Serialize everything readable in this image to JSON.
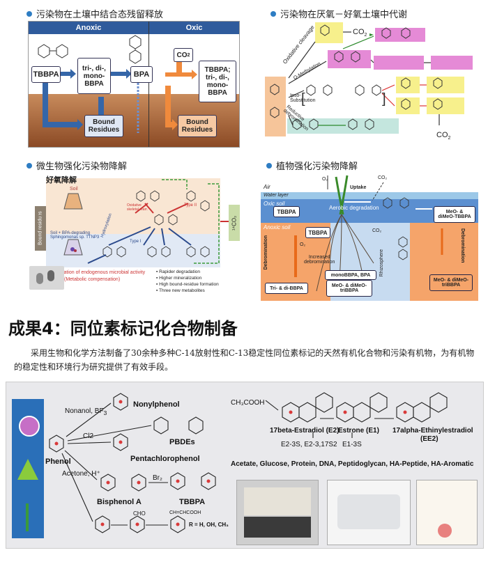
{
  "panels": {
    "p1": {
      "caption": "污染物在土壤中结合态残留释放",
      "anoxic": "Anoxic",
      "oxic": "Oxic",
      "tbbpa": "TBBPA",
      "tri_di_mono": "tri-, di-,\nmono-\nBBPA",
      "bpa": "BPA",
      "co2": "CO",
      "co2_sub": "2",
      "tbbpa_tri": "TBBPA;\ntri-, di-,\nmono-\nBBPA",
      "bound1": "Bound\nResidues",
      "bound2": "Bound\nResidues"
    },
    "p2": {
      "caption": "污染物在厌氧－好氧土壤中代谢",
      "co2a": "CO",
      "co2b": "CO",
      "sub": "2",
      "oxcleave": "Oxidative cleavage",
      "omethyl": "O-Methylation",
      "ipso": "Ipso-\nSubstitution",
      "reductive": "Reductive\ndebromination"
    },
    "p3": {
      "caption": "微生物强化污染物降解",
      "title": "好氧降解",
      "soil": "Soil",
      "strain": "Soil + BPA-degrading\nSphingomonas sp. TTNP3",
      "stim1": "Stimulation of endogenous microbial activity",
      "stim2": "(Metabolic compensation)",
      "bullets": [
        "Rapider degradation",
        "Higher mineralization",
        "High bound-residue formation",
        "Three new metabolites"
      ],
      "bound": "Bound residues",
      "co2": "¹⁴CO₂",
      "hydroxylation": "Hydroxylation",
      "type1": "Type I",
      "type2": "Type II",
      "oxskeletal": "Oxidative\nskeletal rearr."
    },
    "p4": {
      "caption": "植物强化污染物降解",
      "o2": "O₂",
      "co2": "CO₂",
      "air": "Air",
      "water": "Water layer",
      "oxicsoil": "Oxic soil",
      "uptake": "Uptake",
      "aerobic": "Aerobic degradation",
      "tbbpa1": "TBBPA",
      "tbbpa2": "TBBPA",
      "meo": "MeO- &\ndiMeO-TBBPA",
      "anoxic": "Anoxic soil",
      "o2b": "O₂",
      "co2b": "CO₂",
      "increased": "Increased\ndebromination",
      "debrom": "Debromination",
      "debrom2": "Debromination",
      "mono": "monoBBPA, BPA",
      "tri": "Tri- & di-BBPA",
      "meotri": "MeO- & diMeO-\ntriBBPA",
      "meotri2": "MeO- & diMeO-\ntriBBPA",
      "rhizo": "Rhizosphere"
    }
  },
  "section": {
    "title": "成果4：同位素标记化合物制备",
    "paragraph": "采用生物和化学方法制备了30余种多种C-14放射性和C-13稳定性同位素标记的天然有机化合物和污染有机物，为有机物的稳定性和环境行为研究提供了有效手段。"
  },
  "bottom": {
    "phenol": "Phenol",
    "nonanol": "Nonanol, BF",
    "nonanol_sub": "3",
    "nonylphenol": "Nonylphenol",
    "cl2": "Cl2",
    "pbdes": "PBDEs",
    "pcp": "Pentachlorophenol",
    "acetone": "Acetone, H⁺",
    "br2": "Br₂",
    "bpa": "Bisphenol A",
    "tbbpa": "TBBPA",
    "r_note": "R = H, OH, CH₃",
    "cho": "CHO",
    "ch_chcooh": "CH=CHCOOH",
    "acetic": "CH₃COOH",
    "e2": "17beta-Estradiol (E2)",
    "e1": "Estrone (E1)",
    "ee2": "17alpha-Ethinylestradiol",
    "ee2b": "(EE2)",
    "e2d": "E2-3S, E2-3,17S2",
    "e1d": "E1-3S",
    "list": "Acetate, Glucose, Protein, DNA, Peptidoglycan, HA-Peptide, HA-Aromatic"
  },
  "colors": {
    "accent_blue": "#2e7dc3",
    "soil_brown": "#a0522d",
    "orange": "#f08a3c",
    "dark_blue": "#2b4a8c"
  }
}
